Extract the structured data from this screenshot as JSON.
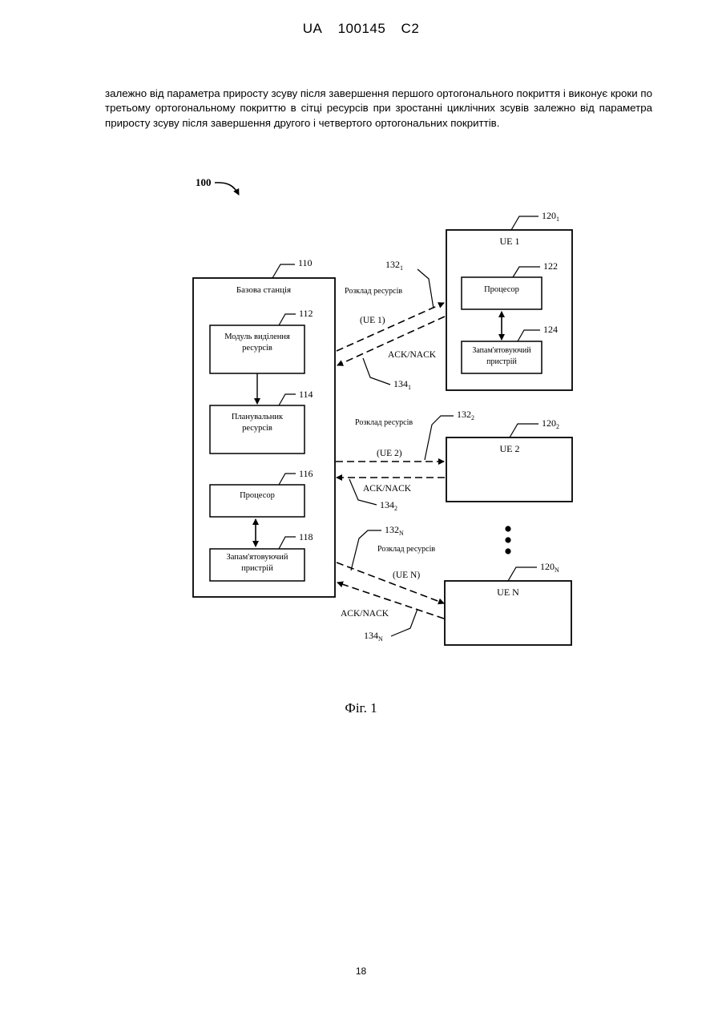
{
  "header": {
    "country": "UA",
    "number": "100145",
    "kind": "C2"
  },
  "paragraph": "залежно від параметра приросту зсуву після завершення першого ортогонального покриття і виконує кроки по третьому ортогональному покриттю в сітці ресурсів при зростанні циклічних зсувів залежно від параметра приросту зсуву після завершення другого і четвертого ортогональних покриттів.",
  "figure": {
    "system_ref": "100",
    "base_station": {
      "ref": "110",
      "title": "Базова станція",
      "allocation_module": {
        "ref": "112",
        "line1": "Модуль виділення",
        "line2": "ресурсів"
      },
      "scheduler": {
        "ref": "114",
        "line1": "Планувальник",
        "line2": "ресурсів"
      },
      "processor": {
        "ref": "116",
        "label": "Процесор"
      },
      "memory": {
        "ref": "118",
        "line1": "Запам'ятовуючий",
        "line2": "пристрій"
      }
    },
    "ue1": {
      "ref": "120",
      "ref_sub": "1",
      "title": "UE 1",
      "processor": {
        "ref": "122",
        "label": "Процесор"
      },
      "memory": {
        "ref": "124",
        "line1": "Запам'ятовуючий",
        "line2": "пристрій"
      }
    },
    "ue2": {
      "ref": "120",
      "ref_sub": "2",
      "title": "UE 2"
    },
    "ueN": {
      "ref": "120",
      "ref_sub": "N",
      "title": "UE N"
    },
    "links": {
      "schedule_label": "Розклад ресурсів",
      "ack_label": "ACK/NACK",
      "ue1_tag": "(UE 1)",
      "ue2_tag": "(UE 2)",
      "ueN_tag": "(UE N)",
      "sched_ref": "132",
      "ack_ref": "134",
      "sub1": "1",
      "sub2": "2",
      "subN": "N"
    },
    "caption": "Фіг. 1"
  },
  "page_number": "18"
}
